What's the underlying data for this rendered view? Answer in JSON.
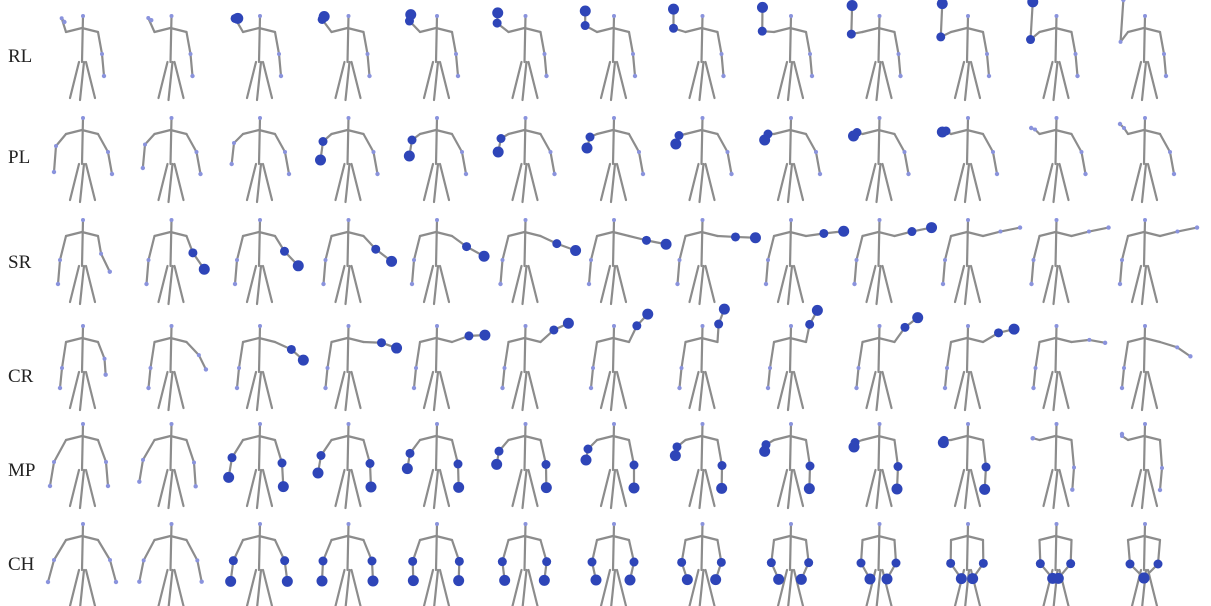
{
  "figure": {
    "rows": [
      {
        "label": "RL",
        "key": "rl"
      },
      {
        "label": "PL",
        "key": "pl"
      },
      {
        "label": "SR",
        "key": "sr"
      },
      {
        "label": "CR",
        "key": "cr"
      },
      {
        "label": "MP",
        "key": "mp"
      },
      {
        "label": "CH",
        "key": "ch"
      }
    ],
    "frames_per_row": 13,
    "colors": {
      "bone": "#8c8c8c",
      "joint": "#8a93dd",
      "highlight": "#2e45b8",
      "text": "#222222"
    }
  }
}
